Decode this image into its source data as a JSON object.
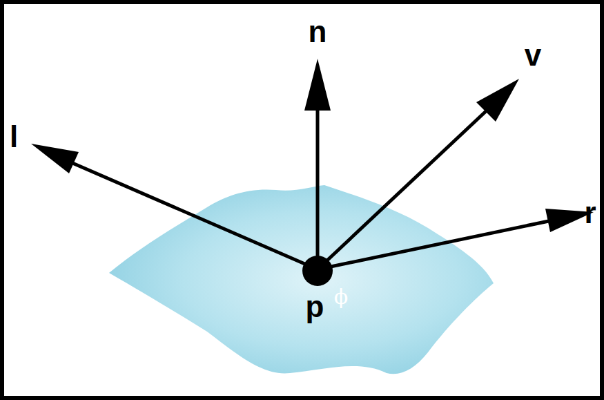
{
  "diagram": {
    "labels": [
      "n",
      "v",
      "l",
      "r",
      "p",
      "ϕ"
    ]
  }
}
